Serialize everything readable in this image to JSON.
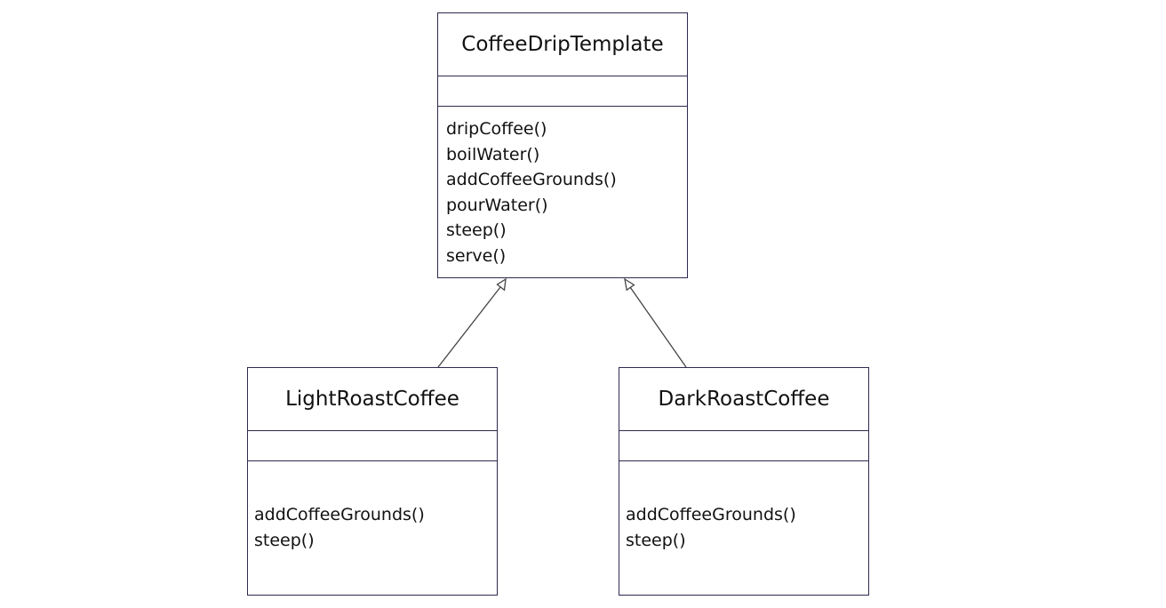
{
  "diagram": {
    "classes": [
      {
        "id": "parent",
        "name": "CoffeeDripTemplate",
        "attributes": [],
        "methods": [
          "dripCoffee()",
          "boilWater()",
          "addCoffeeGrounds()",
          "pourWater()",
          "steep()",
          "serve()"
        ]
      },
      {
        "id": "light",
        "name": "LightRoastCoffee",
        "attributes": [],
        "methods": [
          "addCoffeeGrounds()",
          "steep()"
        ]
      },
      {
        "id": "dark",
        "name": "DarkRoastCoffee",
        "attributes": [],
        "methods": [
          "addCoffeeGrounds()",
          "steep()"
        ]
      }
    ],
    "relationships": [
      {
        "type": "generalization",
        "from": "LightRoastCoffee",
        "to": "CoffeeDripTemplate"
      },
      {
        "type": "generalization",
        "from": "DarkRoastCoffee",
        "to": "CoffeeDripTemplate"
      }
    ],
    "colors": {
      "border": "#2e2a4f",
      "line": "#444444",
      "text": "#111111"
    }
  }
}
